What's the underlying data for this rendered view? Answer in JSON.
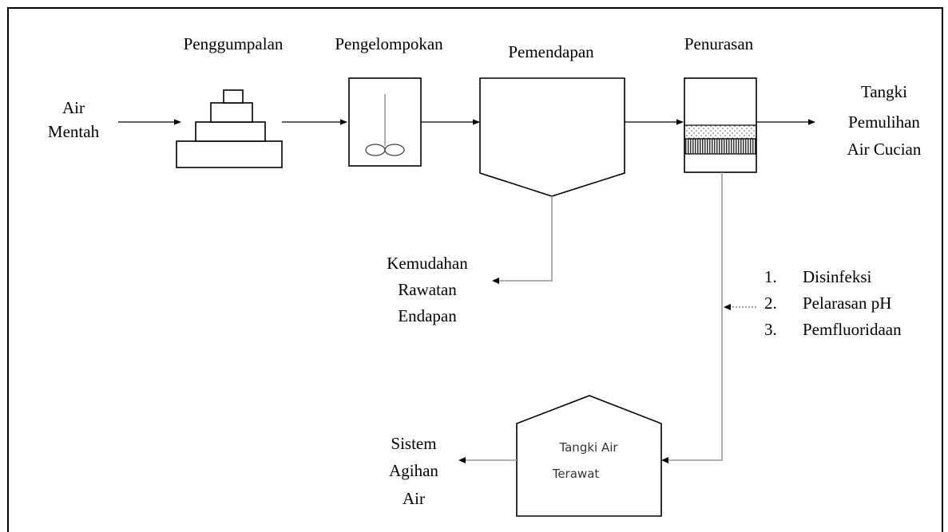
{
  "stages": {
    "coagulation": "Penggumpalan",
    "flocculation": "Pengelompokan",
    "sedimentation": "Pemendapan",
    "filtration": "Penurasan"
  },
  "raw_water": [
    "Air",
    "Mentah"
  ],
  "backwash_tank": [
    "Tangki",
    "Pemulihan",
    "Air Cucian"
  ],
  "sludge": [
    "Kemudahan",
    "Rawatan",
    "Endapan"
  ],
  "treatments": [
    {
      "num": "1.",
      "label": "Disinfeksi"
    },
    {
      "num": "2.",
      "label": "Pelarasan pH"
    },
    {
      "num": "3.",
      "label": "Pemfluoridaan"
    }
  ],
  "treated_tank": [
    "Tangki Air",
    "Terawat"
  ],
  "distribution": [
    "Sistem",
    "Agihan",
    "Air"
  ]
}
